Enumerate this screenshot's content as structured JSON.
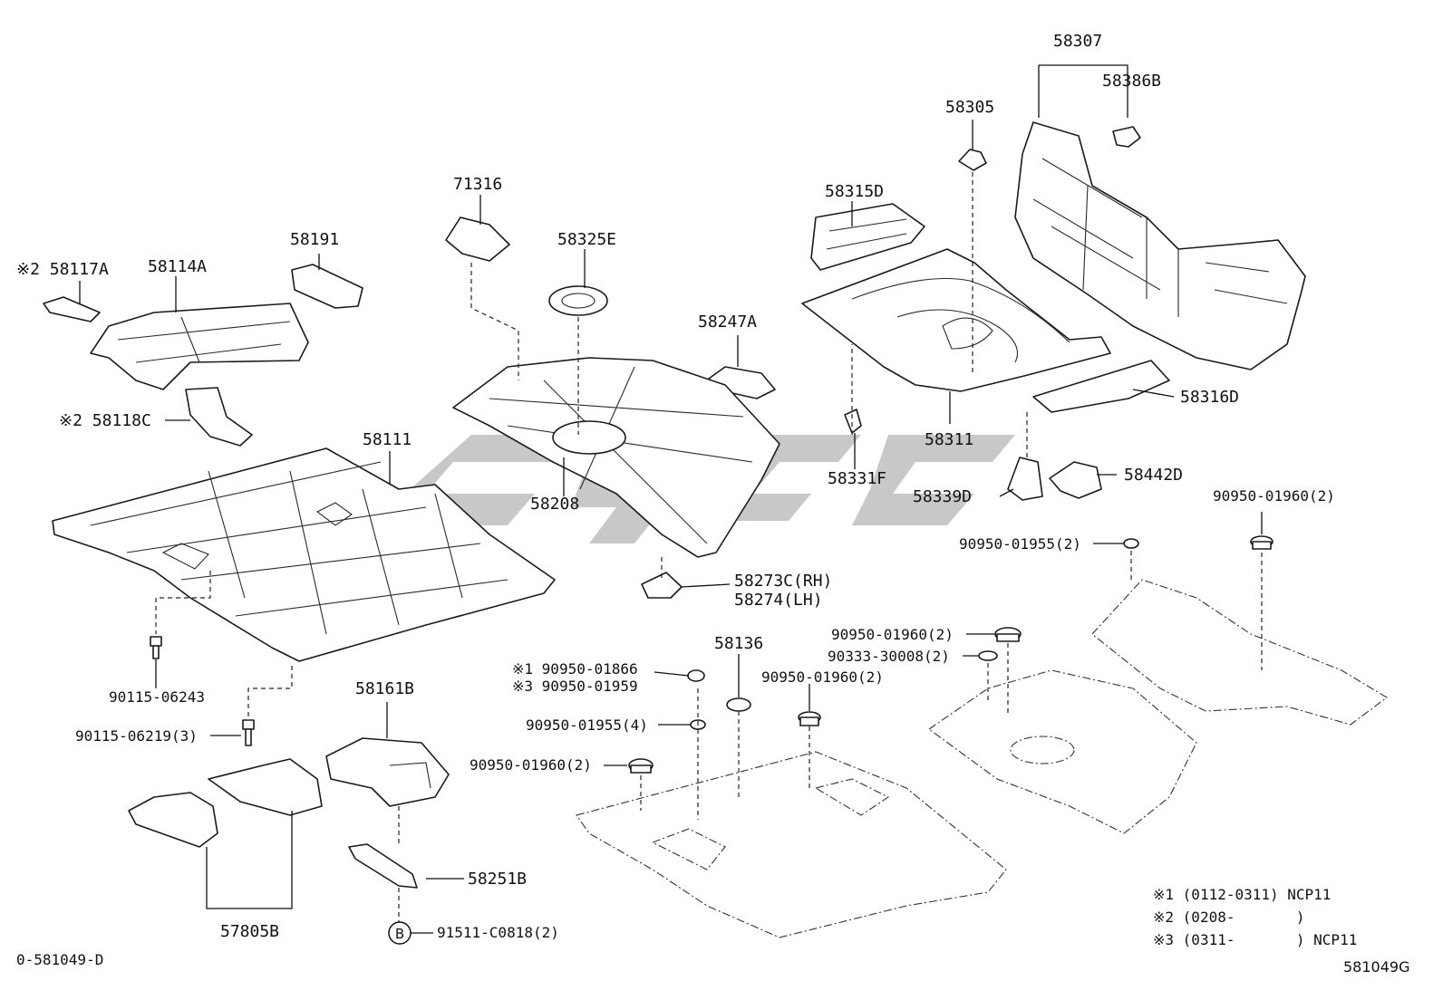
{
  "diagram_id": "0-581049-D",
  "figure_code": "581049G",
  "callout_circle_letter": "B",
  "legend": {
    "line1": "※1 (0112-0311) NCP11",
    "line2": "※2 (0208-       )",
    "line3": "※3 (0311-       ) NCP11"
  },
  "parts": {
    "p58307": "58307",
    "p58386B": "58386B",
    "p58305": "58305",
    "p58315D": "58315D",
    "p71316": "71316",
    "p58325E": "58325E",
    "p58191": "58191",
    "p58117A": "※2 58117A",
    "p58114A": "58114A",
    "p58247A": "58247A",
    "p58118C": "※2 58118C",
    "p58111": "58111",
    "p58208": "58208",
    "p58311": "58311",
    "p58316D": "58316D",
    "p58331F": "58331F",
    "p58339D": "58339D",
    "p58442D": "58442D",
    "p58273C": "58273C(RH)",
    "p58274": "58274(LH)",
    "p90950_01960_a": "90950-01960(2)",
    "p90950_01955_a": "90950-01955(2)",
    "p90115_06243": "90115-06243",
    "p58136": "58136",
    "p90950_01960_b": "90950-01960(2)",
    "p90333_30008": "90333-30008(2)",
    "p90950_01866": "※1 90950-01866",
    "p90950_01959": "※3 90950-01959",
    "p90950_01960_c": "90950-01960(2)",
    "p90115_06219": "90115-06219(3)",
    "p58161B": "58161B",
    "p90950_01955_b": "90950-01955(4)",
    "p90950_01960_d": "90950-01960(2)",
    "p58251B": "58251B",
    "p57805B": "57805B",
    "p91511": "91511-C0818(2)"
  }
}
